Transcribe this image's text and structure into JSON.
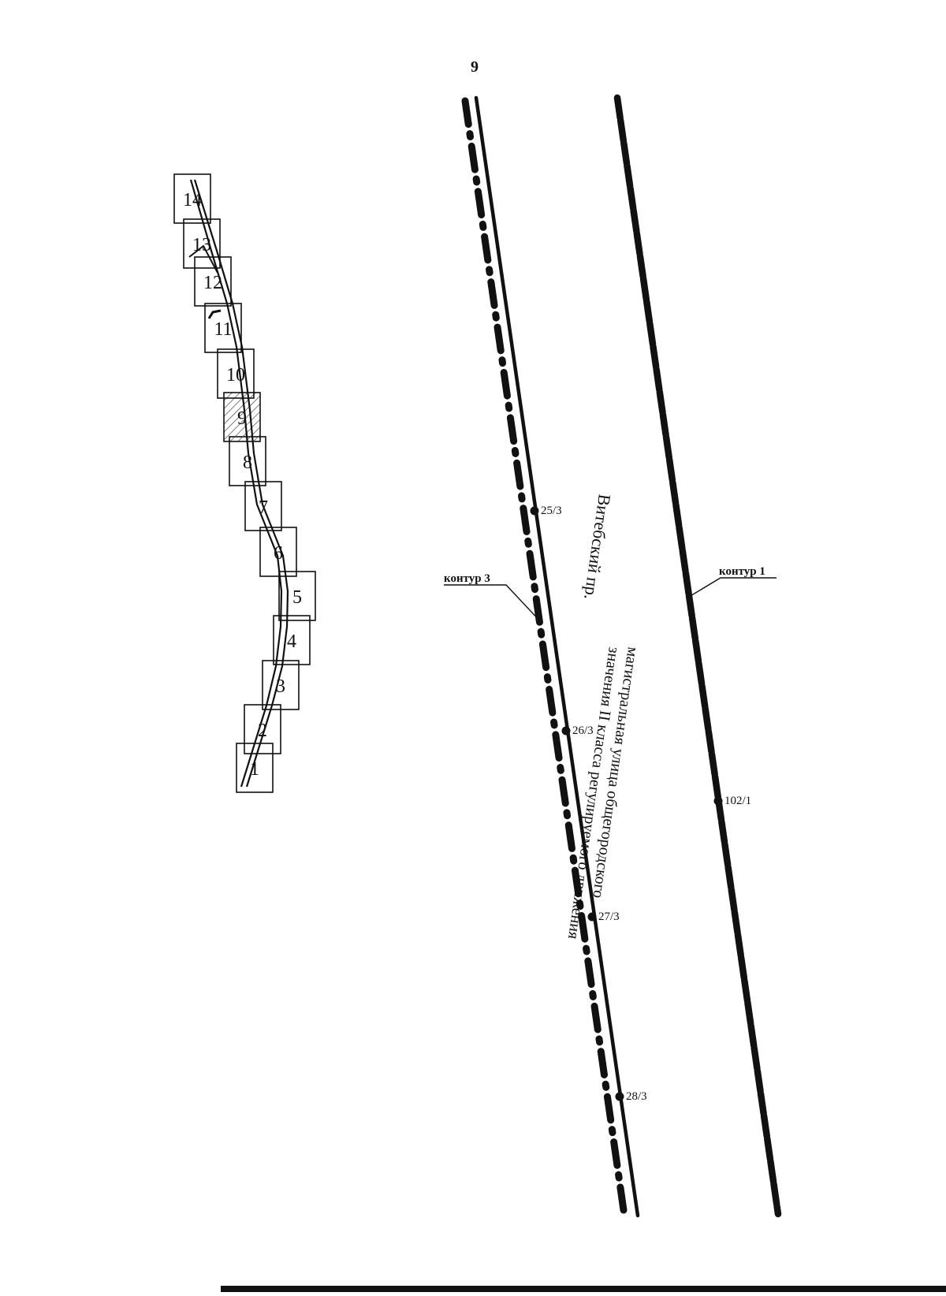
{
  "sheet_number": "9",
  "index_map": {
    "frames": [
      {
        "label": "1"
      },
      {
        "label": "2"
      },
      {
        "label": "3"
      },
      {
        "label": "4"
      },
      {
        "label": "5"
      },
      {
        "label": "6"
      },
      {
        "label": "7"
      },
      {
        "label": "8"
      },
      {
        "label": "9",
        "current": true
      },
      {
        "label": "10"
      },
      {
        "label": "11"
      },
      {
        "label": "12"
      },
      {
        "label": "13"
      },
      {
        "label": "14"
      }
    ]
  },
  "street": {
    "name": "Витебский пр.",
    "description_line1": "магистральная улица общегородского",
    "description_line2": "значения II класса регулируемого движения"
  },
  "contours": [
    {
      "label": "контур 3"
    },
    {
      "label": "контур 1"
    }
  ],
  "points": [
    {
      "label": "25/3"
    },
    {
      "label": "26/3"
    },
    {
      "label": "27/3"
    },
    {
      "label": "28/3"
    },
    {
      "label": "102/1"
    }
  ],
  "colors": {
    "ink": "#111111",
    "hatch": "#444444",
    "paper": "#ffffff"
  }
}
